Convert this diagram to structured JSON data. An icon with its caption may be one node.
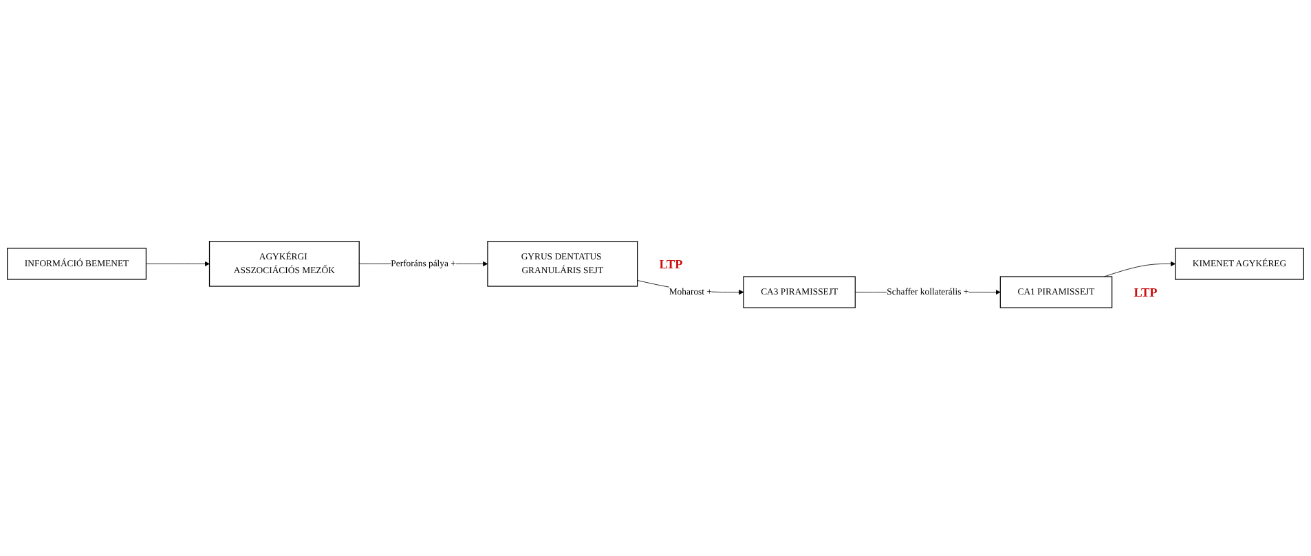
{
  "diagram": {
    "nodes": [
      {
        "text": [
          "INFORMÁCIÓ BEMENET"
        ]
      },
      {
        "text": [
          "AGYKÉRGI ASSZOCIÁCIÓS MEZŐK"
        ]
      },
      {
        "text": [
          "GYRUS DENTATUS GRANULÁRIS SEJT"
        ],
        "beside": [
          "LTP"
        ]
      },
      {
        "text": [
          "CA3 PIRAMISSEJT"
        ]
      },
      {
        "text": [
          "KIMENET AGYKÉREG"
        ]
      },
      {
        "text": [
          "CA1 PIRAMISSEJT"
        ],
        "beside": [
          "LTP"
        ]
      }
    ],
    "edges": [
      {
        "from": 0,
        "to": 1,
        "arrow": "to"
      },
      {
        "from": 1,
        "to": 2,
        "arrow": "to",
        "label": "Perforáns pálya +"
      },
      {
        "from": 2,
        "to": 3,
        "arrow": "to",
        "label": "Moharost +"
      },
      {
        "from": 3,
        "to": 5,
        "arrow": "to",
        "label": "Schaffer kollaterális +"
      },
      {
        "from": 5,
        "to": 4,
        "arrow": "to"
      }
    ]
  }
}
